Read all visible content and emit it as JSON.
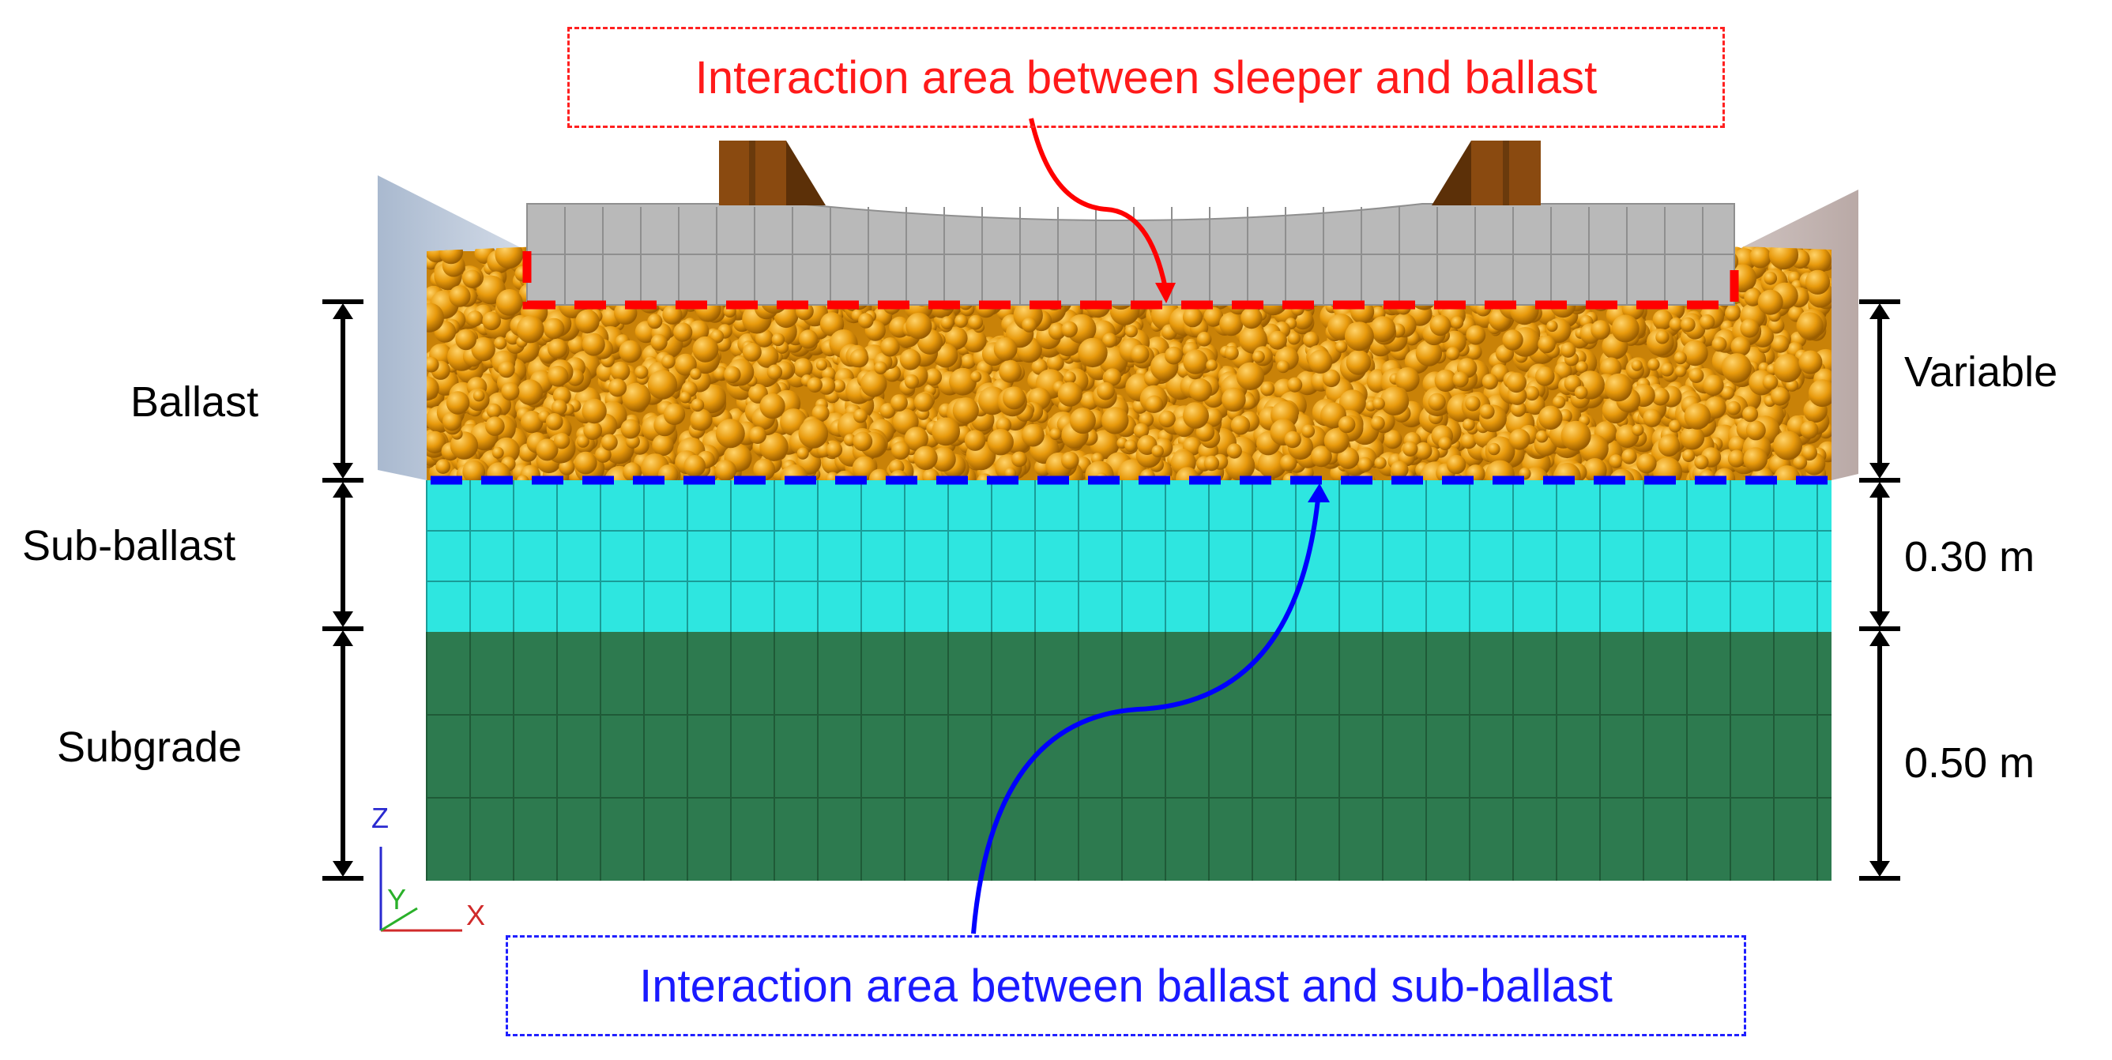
{
  "callouts": {
    "top": "Interaction area between  sleeper  and  ballast",
    "bottom": "Interaction area between  ballast  and  sub-ballast"
  },
  "layers_left": {
    "ballast": "Ballast",
    "subballast": "Sub-ballast",
    "subgrade": "Subgrade"
  },
  "dimensions_right": {
    "ballast": "Variable",
    "subballast": "0.30 m",
    "subgrade": "0.50 m"
  },
  "axes": {
    "z": "Z",
    "y": "Y",
    "x": "X"
  },
  "colors": {
    "ballast_particles": "#e89a0c",
    "subballast": "#2ee6e0",
    "subgrade": "#2d7a4f",
    "sleeper": "#b9b9b9",
    "rail": "#8a4a10",
    "sleeper_interface": "#ff0000",
    "ballast_interface": "#0000ff",
    "side_slopes": "#b8c6d8"
  }
}
